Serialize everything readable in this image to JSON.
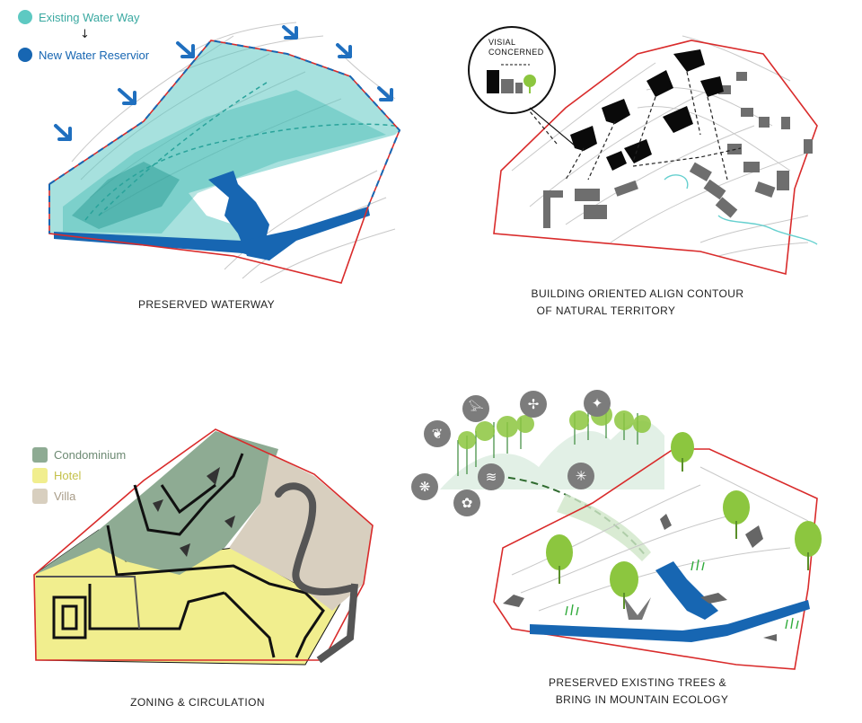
{
  "panel1": {
    "legend_existing": "Existing Water Way",
    "legend_arrow": "↓",
    "legend_new": "New Water Reservior",
    "caption": "PRESERVED WATERWAY",
    "colors": {
      "existing": "#5ec9c2",
      "new": "#1766b2",
      "boundary": "#d92b2b"
    }
  },
  "panel2": {
    "bubble_label_line1": "VISIAL",
    "bubble_label_line2": "CONCERNED",
    "caption_line1": "BUILDING ORIENTED ALIGN CONTOUR",
    "caption_line2": "OF NATURAL TERRITORY",
    "colors": {
      "buildings_dark": "#0a0a0a",
      "buildings_grey": "#6e6e6e",
      "tree": "#8cc63f"
    }
  },
  "panel3": {
    "legend": [
      {
        "label": "Condominium",
        "color": "#8eab93"
      },
      {
        "label": "Hotel",
        "color": "#f1ee8e"
      },
      {
        "label": "Villa",
        "color": "#d8cfbf"
      }
    ],
    "caption": "ZONING & CIRCULATION"
  },
  "panel4": {
    "icons": [
      "heron-icon",
      "dragonfly-icon",
      "bird-icon",
      "squirrel-icon",
      "butterfly-icon",
      "fish-icon",
      "frog-icon",
      "fern-icon"
    ],
    "caption_line1": "PRESERVED EXISTING TREES &",
    "caption_line2": "BRING IN MOUNTAIN ECOLOGY",
    "colors": {
      "tree": "#8cc63f",
      "water": "#1766b2",
      "arrow": "#2f6b2f"
    }
  }
}
